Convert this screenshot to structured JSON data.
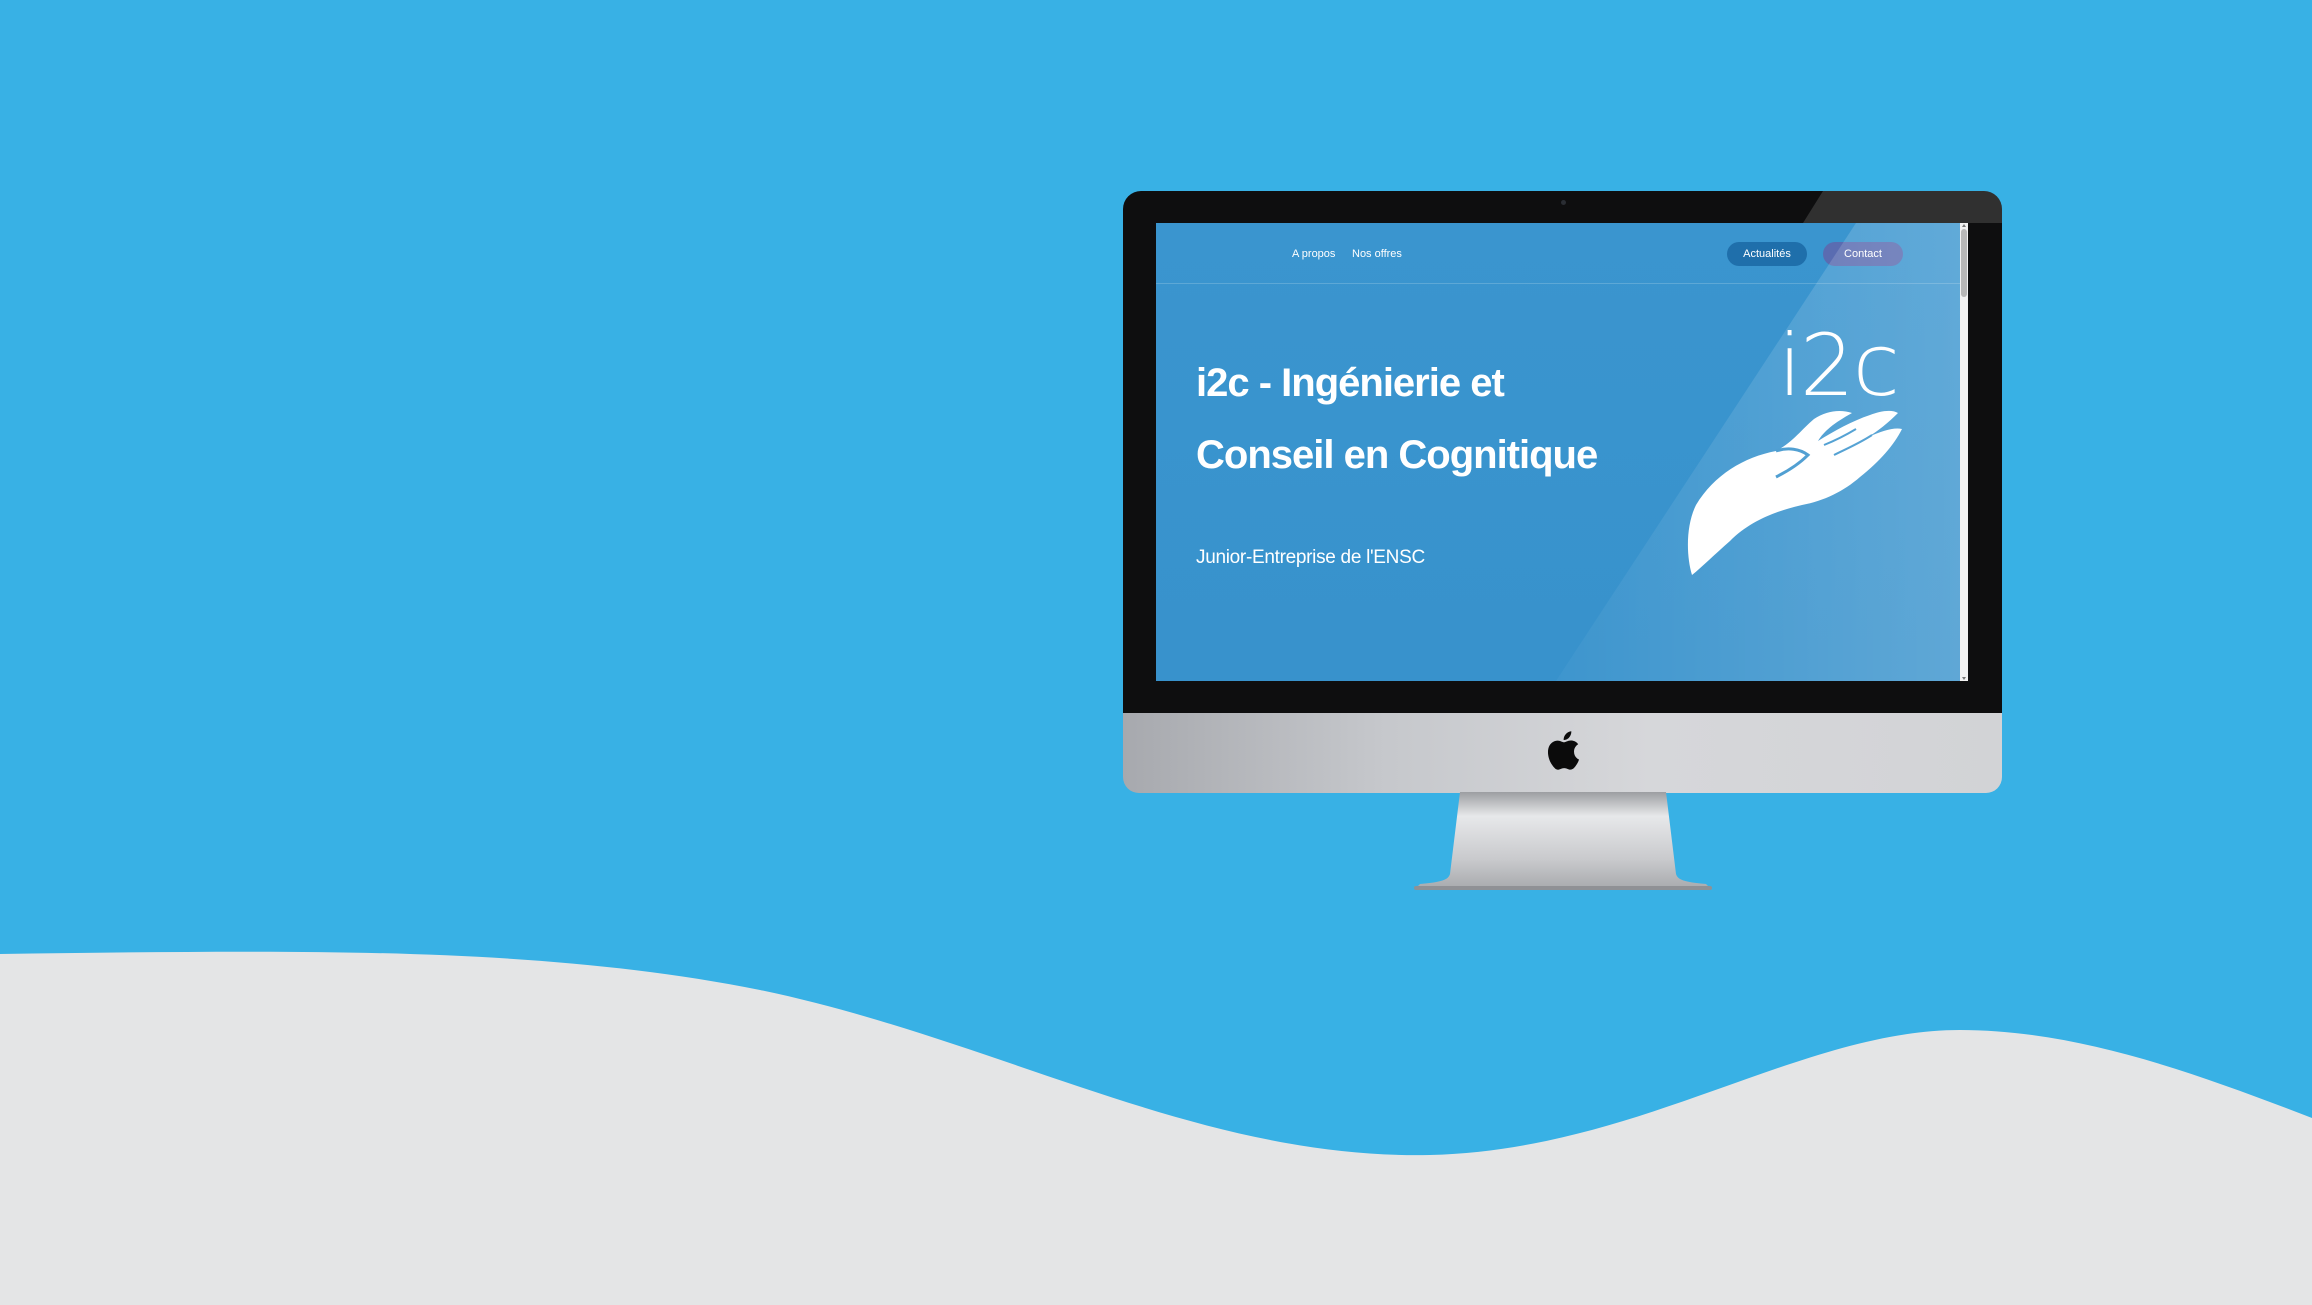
{
  "colors": {
    "background": "#38b1e5",
    "wave": "#e4e5e6",
    "screen": "#3a95cf",
    "news_button": "#1f6fab",
    "contact_button": "#5a6cb1"
  },
  "site": {
    "nav": {
      "about": "A propos",
      "offers": "Nos offres",
      "news": "Actualités",
      "contact": "Contact"
    },
    "hero": {
      "title_line1": "i2c - Ingénierie et",
      "title_line2": "Conseil en Cognitique",
      "subtitle": "Junior-Entreprise de l'ENSC"
    },
    "logo": {
      "text": "i2c",
      "icon": "open-hand-icon"
    }
  },
  "device": {
    "brand_icon": "apple-logo-icon"
  }
}
